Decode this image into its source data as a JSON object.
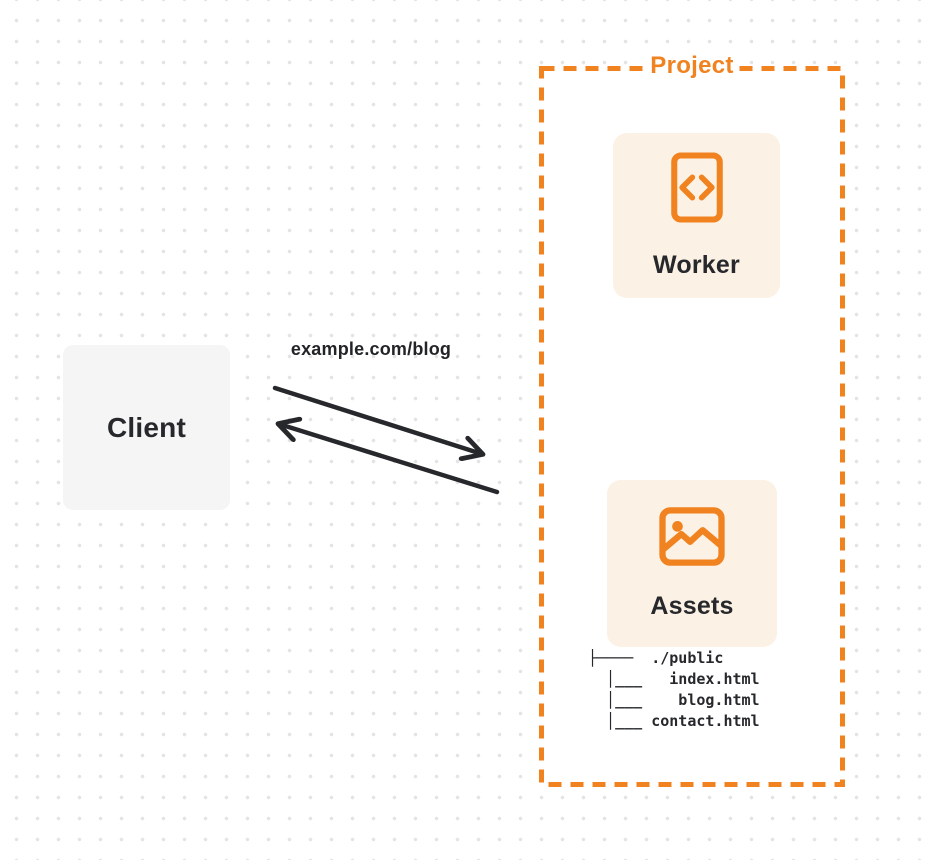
{
  "colors": {
    "accent_orange": "#f0821f",
    "card_background": "#fbf1e4",
    "client_background": "#f5f5f6",
    "text_dark": "#26282c",
    "arrow_dark": "#26282c",
    "dot_grid": "#e4e4e4"
  },
  "client": {
    "label": "Client"
  },
  "request": {
    "label": "example.com/blog"
  },
  "project": {
    "label": "Project",
    "worker": {
      "label": "Worker",
      "icon": "code-file-icon"
    },
    "assets": {
      "label": "Assets",
      "icon": "image-icon"
    },
    "file_tree": {
      "lines": [
        "├────  ./public",
        "  │___   index.html",
        "  │___    blog.html",
        "  │___ contact.html"
      ]
    }
  },
  "arrows": {
    "request_arrow": "client-to-project",
    "response_arrow": "project-to-client"
  }
}
